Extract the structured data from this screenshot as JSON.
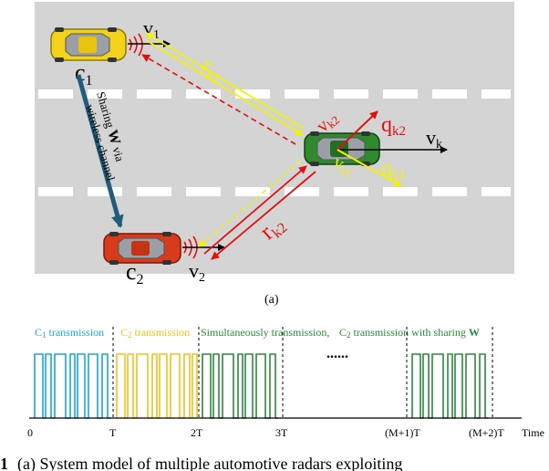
{
  "scene": {
    "sublabel": "(a)",
    "vehicles": {
      "c1": {
        "base": "c",
        "sub": "1",
        "color": "#f4d21a"
      },
      "c2": {
        "base": "c",
        "sub": "2",
        "color": "#d83b1b"
      },
      "target": {
        "color": "#2f8a2f"
      }
    },
    "velocity_labels": {
      "v1": {
        "base": "v",
        "sub": "1"
      },
      "v2": {
        "base": "v",
        "sub": "2"
      },
      "vk": {
        "base": "v",
        "sub": "k"
      },
      "vk1": {
        "base": "v",
        "sub": "k1"
      },
      "vk2": {
        "base": "v",
        "sub": "k2"
      }
    },
    "range_labels": {
      "rk1": {
        "base": "r",
        "sub": "k1"
      },
      "rk2": {
        "base": "r",
        "sub": "k2"
      }
    },
    "q_labels": {
      "qk1": {
        "base": "q",
        "sub": "k1"
      },
      "qk2": {
        "base": "q",
        "sub": "k2"
      }
    },
    "sharing_label": {
      "line1_pre": "Sharing ",
      "line1_bold": "W",
      "line1_post": " via",
      "line2": "wireless channel"
    },
    "colors": {
      "road": "#d4d4d4",
      "lane": "#ffffff",
      "echo_yellow": "#f2f20a",
      "red": "#e01010",
      "share_arrow": "#1f5d7a"
    }
  },
  "timeline": {
    "segment_labels": {
      "c1_base": "C",
      "c1_sub": "1",
      "c1_rest": " transmission",
      "c2_base": "C",
      "c2_sub": "2",
      "c2_rest": " transmission",
      "simul": "Simultaneously transmission,",
      "share_pre": "C",
      "share_sub": "2",
      "share_mid": " transmission with sharing ",
      "share_bold": "W"
    },
    "ellipsis": "......",
    "ticks": [
      "0",
      "T",
      "2T",
      "3T",
      "(M+1)T",
      "(M+2)T"
    ],
    "axis_label": "Time",
    "colors": {
      "c1": "#1aa8d8",
      "c2": "#f2c21a",
      "shared": "#2a8a3a"
    }
  },
  "caption": {
    "prefix": "1",
    "text": "(a) System model of multiple automotive radars exploiting"
  }
}
